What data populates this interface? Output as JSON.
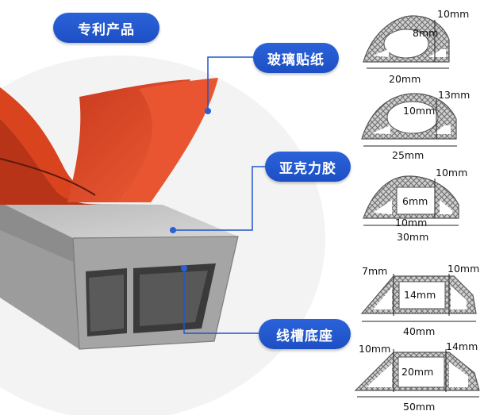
{
  "title": "专利产品",
  "callouts": {
    "glass_sticker": "玻璃贴纸",
    "acrylic_tape": "亚克力胶",
    "groove_base": "线槽底座"
  },
  "profiles": [
    {
      "top_right": "10mm",
      "inner": "8mm",
      "bottom": "20mm"
    },
    {
      "top_right": "13mm",
      "inner": "10mm",
      "bottom": "25mm"
    },
    {
      "top_right": "10mm",
      "inner": "6mm",
      "inner_bottom": "10mm",
      "bottom": "30mm"
    },
    {
      "top_left": "7mm",
      "top_right": "10mm",
      "inner": "14mm",
      "bottom": "40mm"
    },
    {
      "top_left": "10mm",
      "top_right": "14mm",
      "inner": "20mm",
      "bottom": "50mm"
    }
  ],
  "colors": {
    "pill": "#2060d0",
    "film": "#e04a2a",
    "base": "#9a9a9a"
  }
}
